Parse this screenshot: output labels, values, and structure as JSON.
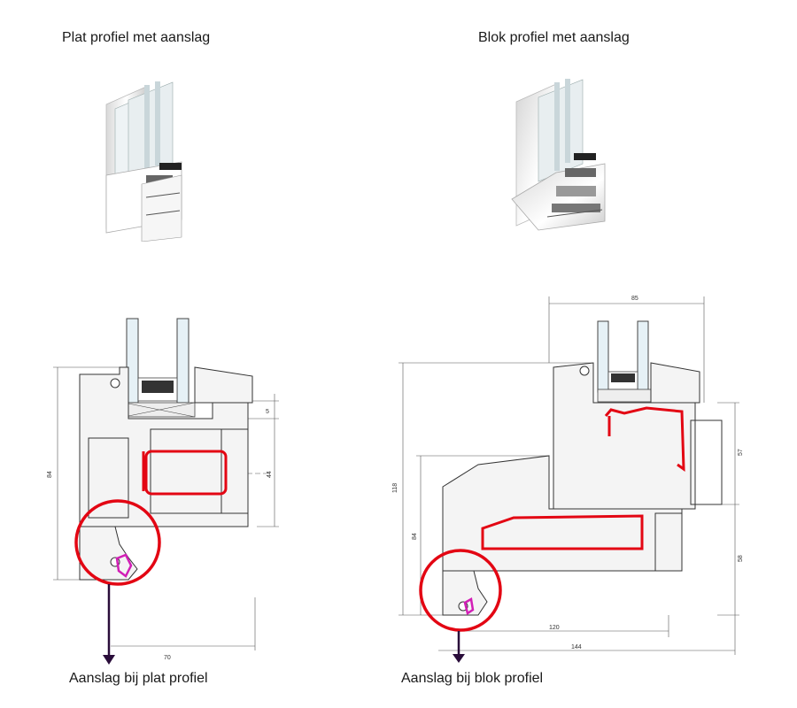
{
  "titles": {
    "left": "Plat profiel met aanslag",
    "right": "Blok profiel met aanslag"
  },
  "labels": {
    "left": "Aanslag bij plat profiel",
    "right": "Aanslag bij blok profiel"
  },
  "dimensions": {
    "plat": {
      "height": "84",
      "glass_offset": "5",
      "sash_height": "44",
      "width": "70"
    },
    "blok": {
      "top": "85",
      "total_height": "118",
      "lower_height": "84",
      "right_upper": "57",
      "right_lower": "58",
      "inner_width": "120",
      "total_width": "144"
    }
  },
  "colors": {
    "highlight": "#e30613",
    "gasket": "#d21fb6",
    "arrow": "#2a0d3a",
    "profile_fill": "#f4f4f4",
    "profile_line": "#333333"
  }
}
